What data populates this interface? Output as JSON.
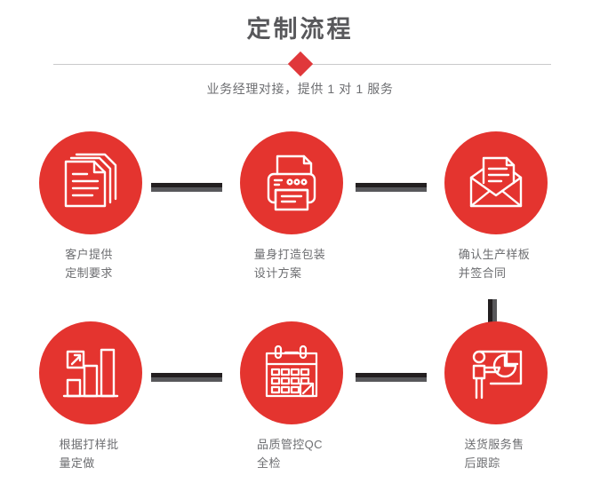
{
  "header": {
    "title": "定制流程",
    "subtitle": "业务经理对接，提供 1 对 1 服务",
    "diamond_color": "#e0383b",
    "rule_color": "#c9c9cb",
    "title_color": "#58585b"
  },
  "theme": {
    "circle_color": "#e4342f",
    "icon_color": "#ffffff",
    "label_color": "#6d6e71",
    "connector_dark": "#231f20",
    "connector_light": "#58585b",
    "background": "#ffffff"
  },
  "steps": [
    {
      "index": 1,
      "icon": "documents-stack-icon",
      "label_line1": "客户提供",
      "label_line2": "定制要求"
    },
    {
      "index": 2,
      "icon": "printer-icon",
      "label_line1": "量身打造包装",
      "label_line2": "设计方案"
    },
    {
      "index": 3,
      "icon": "envelope-letter-icon",
      "label_line1": "确认生产样板",
      "label_line2": "并签合同"
    },
    {
      "index": 4,
      "icon": "bar-chart-growth-icon",
      "label_line1": "根据打样批",
      "label_line2": "量定做"
    },
    {
      "index": 5,
      "icon": "calendar-icon",
      "label_line1": "品质管控QC",
      "label_line2": "全检"
    },
    {
      "index": 6,
      "icon": "presenter-pie-chart-icon",
      "label_line1": "送货服务售",
      "label_line2": "后跟踪"
    }
  ],
  "connectors": [
    {
      "name": "connector-step1-step2",
      "orientation": "horizontal"
    },
    {
      "name": "connector-step2-step3",
      "orientation": "horizontal"
    },
    {
      "name": "connector-step3-step6",
      "orientation": "vertical"
    },
    {
      "name": "connector-step4-step5",
      "orientation": "horizontal"
    },
    {
      "name": "connector-step5-step6",
      "orientation": "horizontal"
    }
  ]
}
